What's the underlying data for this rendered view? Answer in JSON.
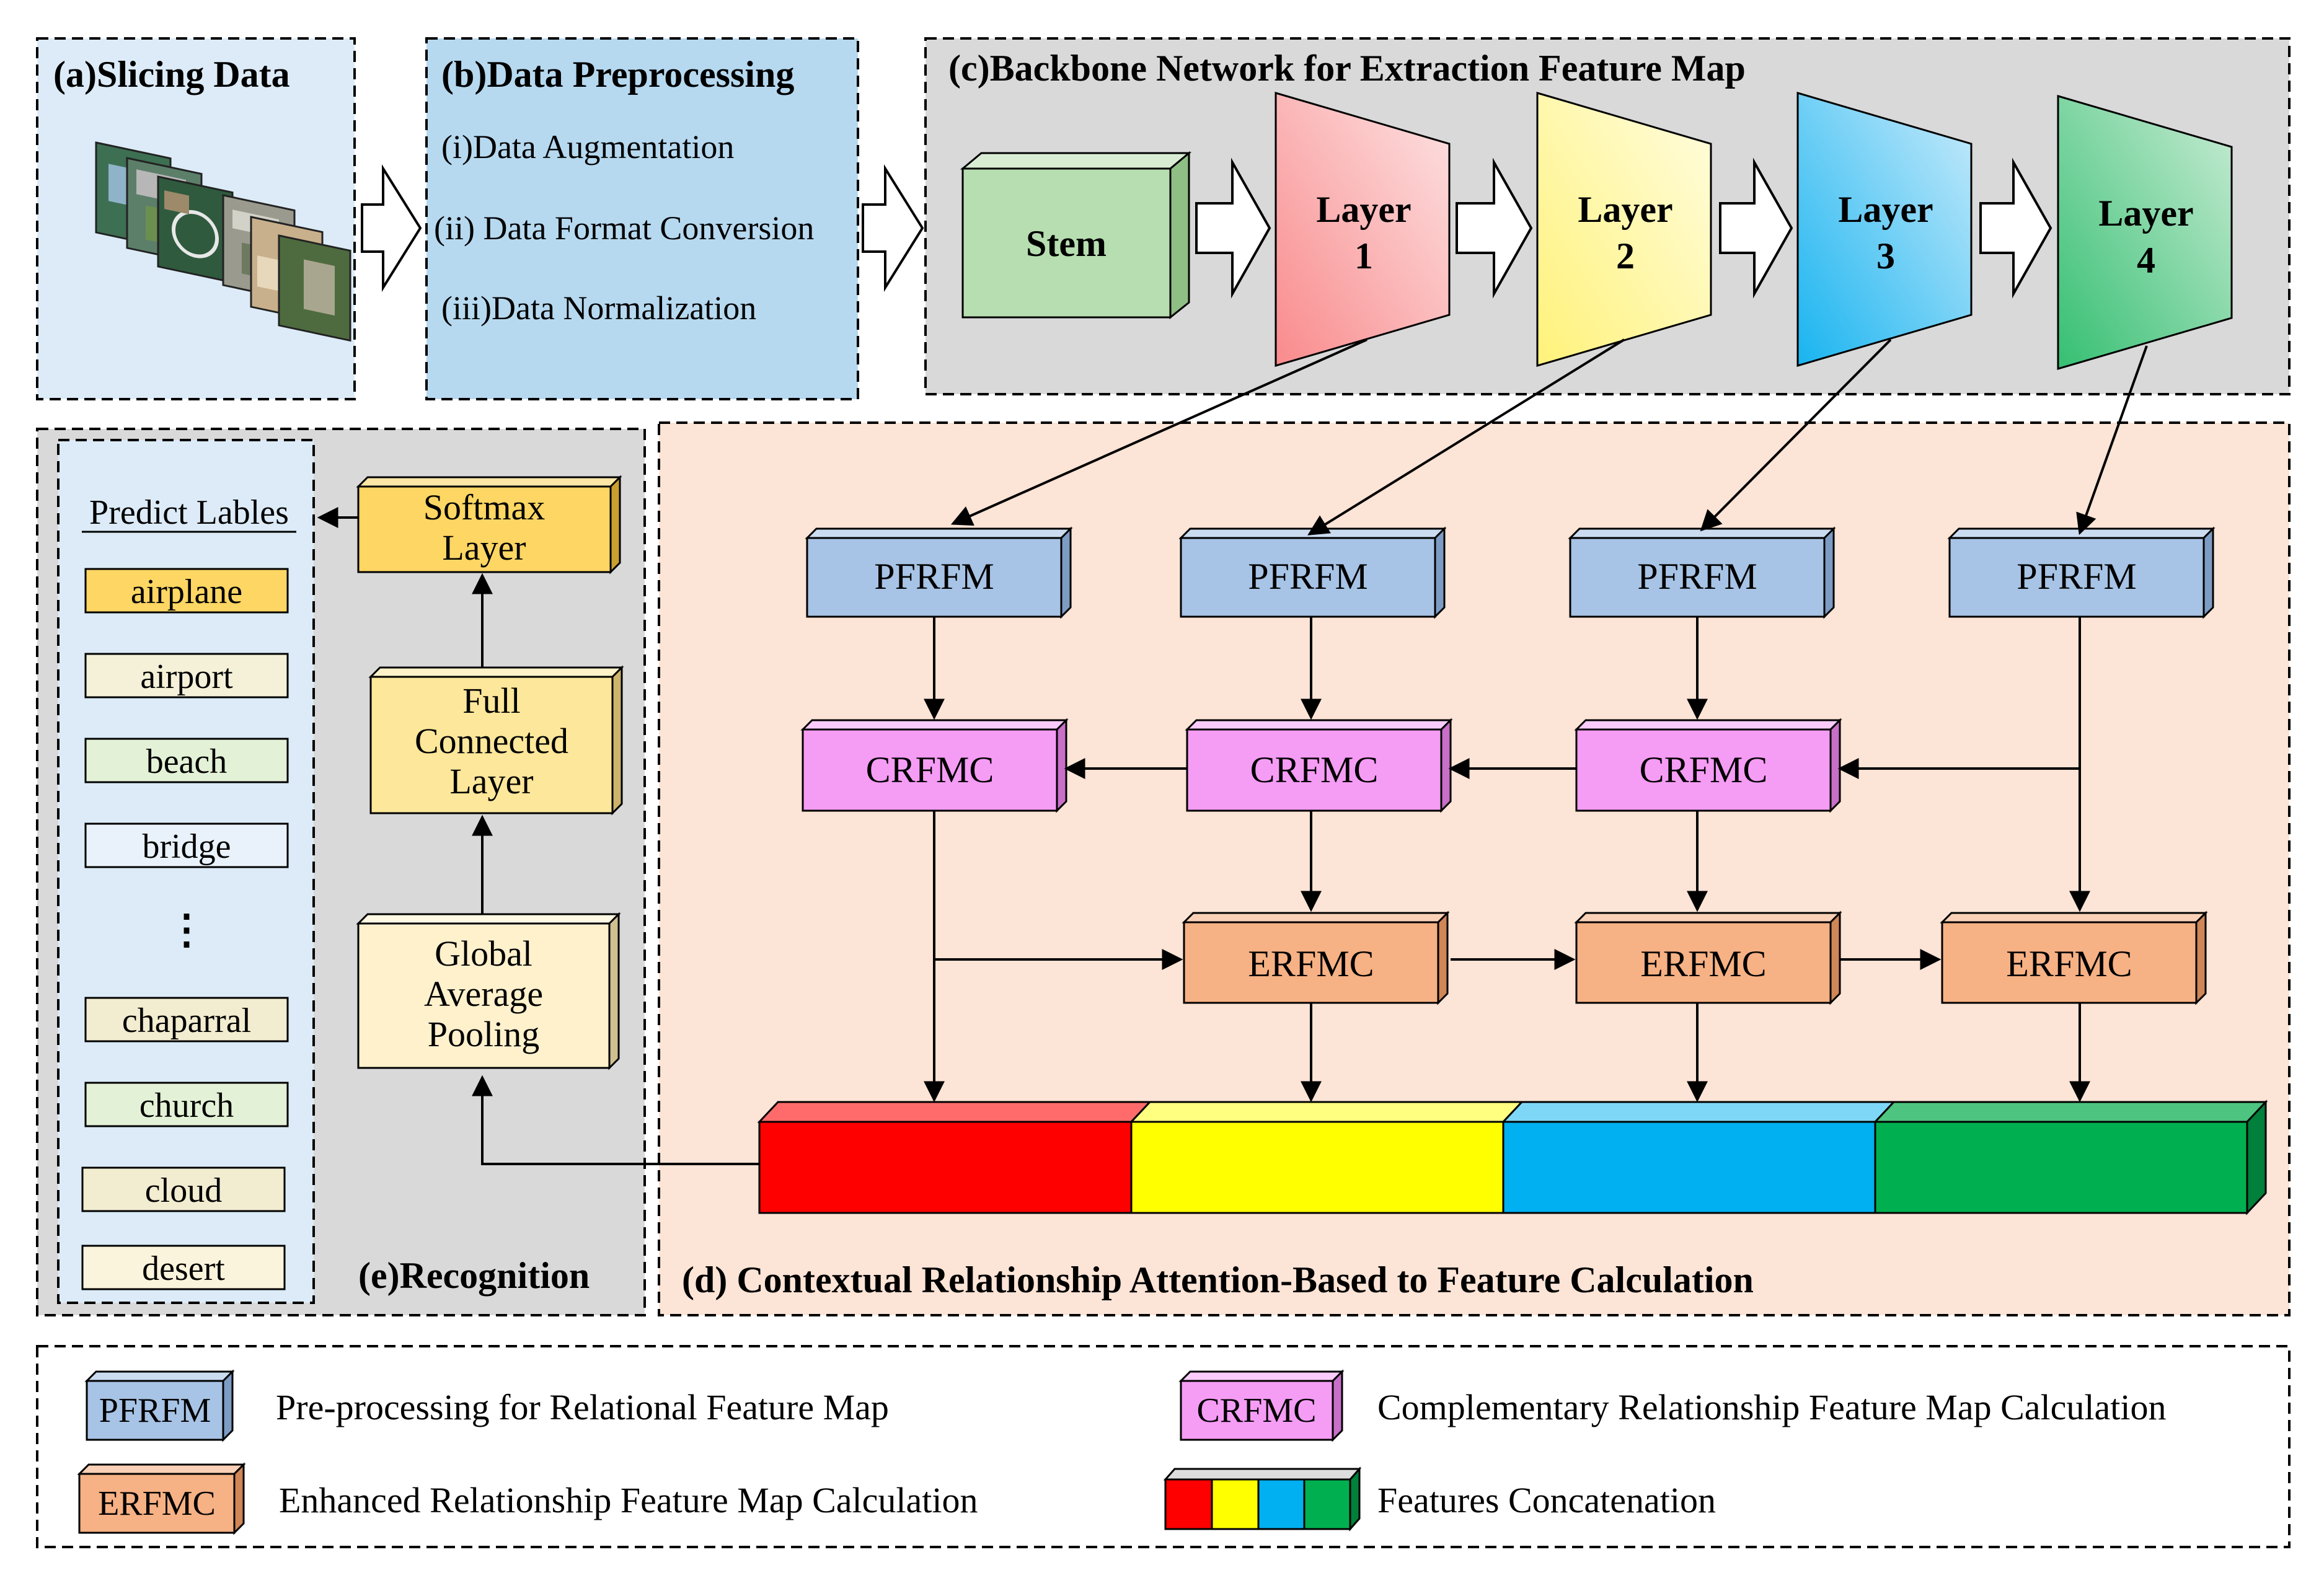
{
  "panels": {
    "a_title": "(a)Slicing Data",
    "b_title": "(b)Data Preprocessing",
    "b_items": [
      "(i)Data Augmentation",
      "(ii) Data Format Conversion",
      "(iii)Data Normalization"
    ],
    "c_title": "(c)Backbone Network for Extraction Feature Map",
    "d_title": "(d) Contextual Relationship Attention-Based to Feature Calculation",
    "e_title": "(e)Recognition"
  },
  "slice_ellipsis": "...",
  "backbone": {
    "stem": "Stem",
    "layers": [
      {
        "line1": "Layer",
        "line2": "1",
        "color_light": "#fde3e3",
        "color_dark": "#f98a8c"
      },
      {
        "line1": "Layer",
        "line2": "2",
        "color_light": "#fffde0",
        "color_dark": "#fff27a"
      },
      {
        "line1": "Layer",
        "line2": "3",
        "color_light": "#c9ebfb",
        "color_dark": "#18b4f0"
      },
      {
        "line1": "Layer",
        "line2": "4",
        "color_light": "#c9ecd4",
        "color_dark": "#35bf72"
      }
    ]
  },
  "modules": {
    "pfrfm": "PFRFM",
    "crfmc": "CRFMC",
    "erfmc": "ERFMC"
  },
  "recognition": {
    "softmax": [
      "Softmax",
      "Layer"
    ],
    "fc": [
      "Full",
      "Connected",
      "Layer"
    ],
    "gap": [
      "Global",
      "Average",
      "Pooling"
    ]
  },
  "predict": {
    "header": "Predict Lables",
    "labels": [
      "airplane",
      "airport",
      "beach",
      "bridge",
      "chaparral",
      "church",
      "cloud",
      "desert"
    ],
    "ellipsis": "⋮"
  },
  "legend": {
    "pfrfm_tag": "PFRFM",
    "pfrfm_desc": "Pre-processing for Relational Feature Map",
    "crfmc_tag": "CRFMC",
    "crfmc_desc": "Complementary Relationship Feature Map Calculation",
    "erfmc_tag": "ERFMC",
    "erfmc_desc": "Enhanced Relationship Feature Map Calculation",
    "concat_desc": "Features Concatenation"
  },
  "colors": {
    "panel_a_bg": "#dcebf7",
    "panel_b_bg": "#b6d9f0",
    "panel_c_bg": "#d9d9d9",
    "panel_d_bg": "#fce4d6",
    "panel_e_bg": "#d9d9d9",
    "stem": "#b7deb0",
    "pfrfm": "#a7c3e5",
    "crfmc": "#f59cf5",
    "erfmc": "#f6b184",
    "softmax": "#fdd663",
    "fc": "#fde79a",
    "gap": "#fef1cc",
    "concat": [
      "#ff0000",
      "#ffff00",
      "#00b0f0",
      "#00b050"
    ]
  }
}
